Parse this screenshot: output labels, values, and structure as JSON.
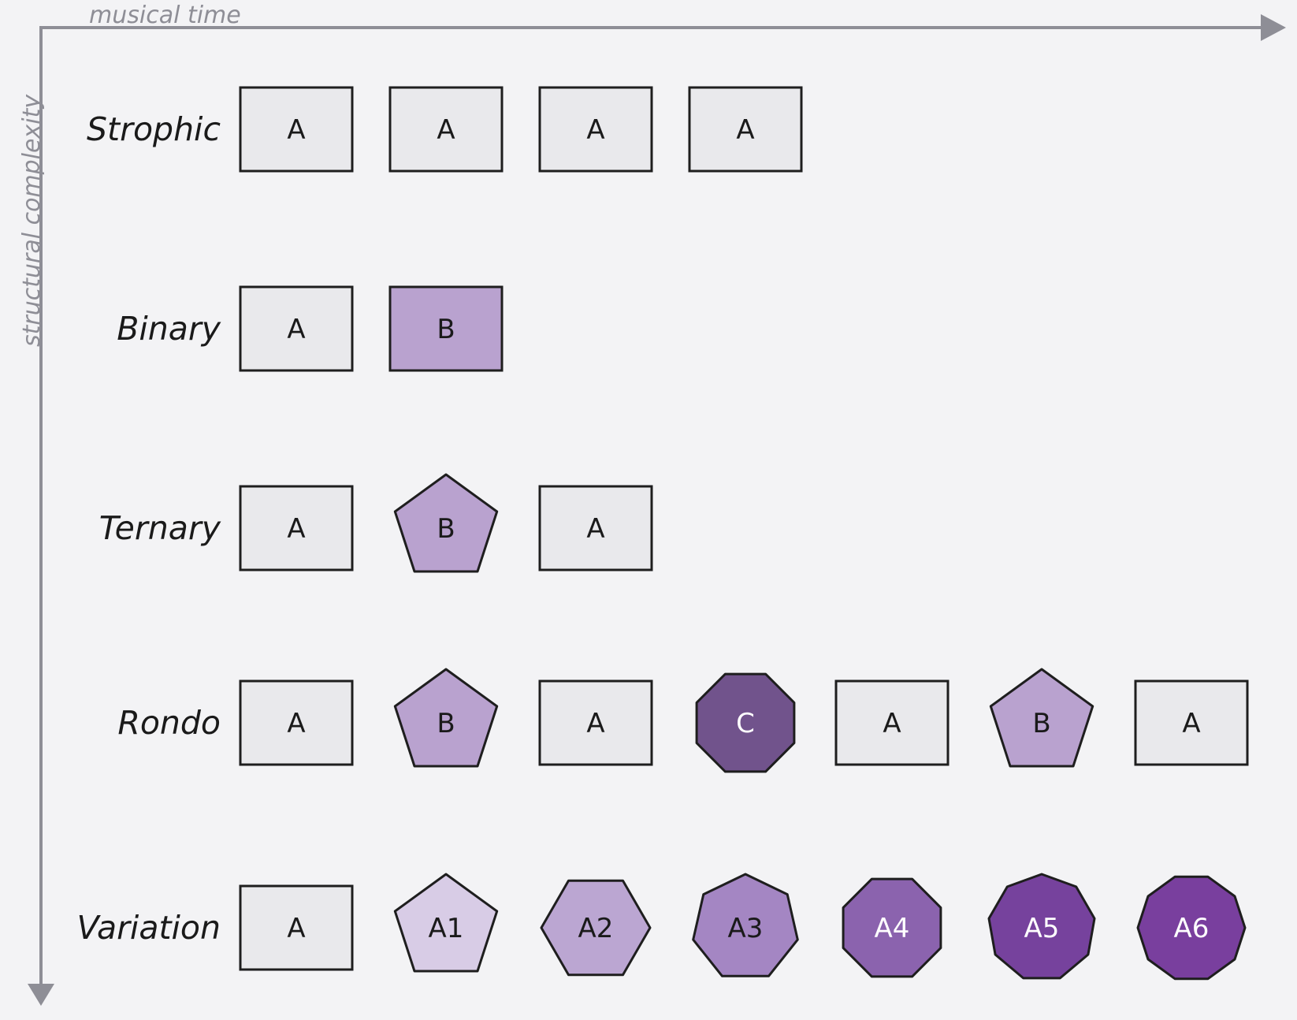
{
  "axes": {
    "x_label": "musical time",
    "y_label": "structural complexity"
  },
  "colors": {
    "background": "#f3f3f5",
    "axis": "#8e8e96",
    "stroke": "#1e1e1e",
    "section_a": "#e9e9ec"
  },
  "rows": [
    {
      "name": "Strophic",
      "sections": [
        {
          "label": "A",
          "shape": "rect",
          "fill": "#e9e9ec",
          "text_color": "#1a1a1a"
        },
        {
          "label": "A",
          "shape": "rect",
          "fill": "#e9e9ec",
          "text_color": "#1a1a1a"
        },
        {
          "label": "A",
          "shape": "rect",
          "fill": "#e9e9ec",
          "text_color": "#1a1a1a"
        },
        {
          "label": "A",
          "shape": "rect",
          "fill": "#e9e9ec",
          "text_color": "#1a1a1a"
        }
      ]
    },
    {
      "name": "Binary",
      "sections": [
        {
          "label": "A",
          "shape": "rect",
          "fill": "#e9e9ec",
          "text_color": "#1a1a1a"
        },
        {
          "label": "B",
          "shape": "rect",
          "fill": "#b9a2cf",
          "text_color": "#1a1a1a"
        }
      ]
    },
    {
      "name": "Ternary",
      "sections": [
        {
          "label": "A",
          "shape": "rect",
          "fill": "#e9e9ec",
          "text_color": "#1a1a1a"
        },
        {
          "label": "B",
          "shape": "pentagon",
          "fill": "#b9a2cf",
          "text_color": "#1a1a1a"
        },
        {
          "label": "A",
          "shape": "rect",
          "fill": "#e9e9ec",
          "text_color": "#1a1a1a"
        }
      ]
    },
    {
      "name": "Rondo",
      "sections": [
        {
          "label": "A",
          "shape": "rect",
          "fill": "#e9e9ec",
          "text_color": "#1a1a1a"
        },
        {
          "label": "B",
          "shape": "pentagon",
          "fill": "#b9a2cf",
          "text_color": "#1a1a1a"
        },
        {
          "label": "A",
          "shape": "rect",
          "fill": "#e9e9ec",
          "text_color": "#1a1a1a"
        },
        {
          "label": "C",
          "shape": "octagon",
          "fill": "#71538c",
          "text_color": "#ffffff"
        },
        {
          "label": "A",
          "shape": "rect",
          "fill": "#e9e9ec",
          "text_color": "#1a1a1a"
        },
        {
          "label": "B",
          "shape": "pentagon",
          "fill": "#b9a2cf",
          "text_color": "#1a1a1a"
        },
        {
          "label": "A",
          "shape": "rect",
          "fill": "#e9e9ec",
          "text_color": "#1a1a1a"
        }
      ]
    },
    {
      "name": "Variation",
      "sections": [
        {
          "label": "A",
          "shape": "rect",
          "fill": "#e9e9ec",
          "text_color": "#1a1a1a"
        },
        {
          "label": "A1",
          "shape": "pentagon",
          "fill": "#d8cce6",
          "text_color": "#1a1a1a"
        },
        {
          "label": "A2",
          "shape": "hexagon",
          "fill": "#bba6d2",
          "text_color": "#1a1a1a"
        },
        {
          "label": "A3",
          "shape": "heptagon",
          "fill": "#a486c3",
          "text_color": "#1a1a1a"
        },
        {
          "label": "A4",
          "shape": "octagon",
          "fill": "#8b63ae",
          "text_color": "#ffffff"
        },
        {
          "label": "A5",
          "shape": "nonagon",
          "fill": "#76429d",
          "text_color": "#ffffff"
        },
        {
          "label": "A6",
          "shape": "decagon",
          "fill": "#793f9e",
          "text_color": "#ffffff"
        }
      ]
    }
  ]
}
